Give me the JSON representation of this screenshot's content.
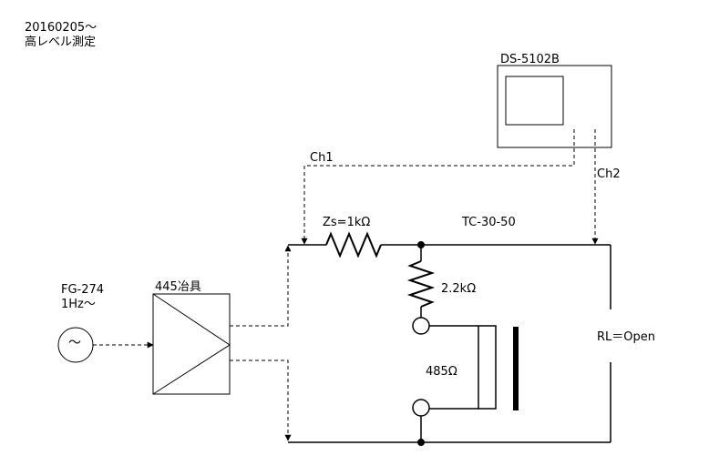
{
  "header": {
    "date": "20160205～",
    "title": "高レベル測定"
  },
  "oscilloscope": {
    "label": "DS-5102B"
  },
  "probes": {
    "ch1": "Ch1",
    "ch2": "Ch2"
  },
  "generator": {
    "label": "FG-274",
    "freq": "1Hz～",
    "symbol": "～"
  },
  "fixture": {
    "label": "445冶具"
  },
  "components": {
    "zs": "Zs=1kΩ",
    "cable": "TC-30-50",
    "r_shunt": "2.2kΩ",
    "r_coil": "485Ω",
    "load": "RL＝Open"
  },
  "colors": {
    "line": "#000000",
    "background": "#ffffff"
  }
}
